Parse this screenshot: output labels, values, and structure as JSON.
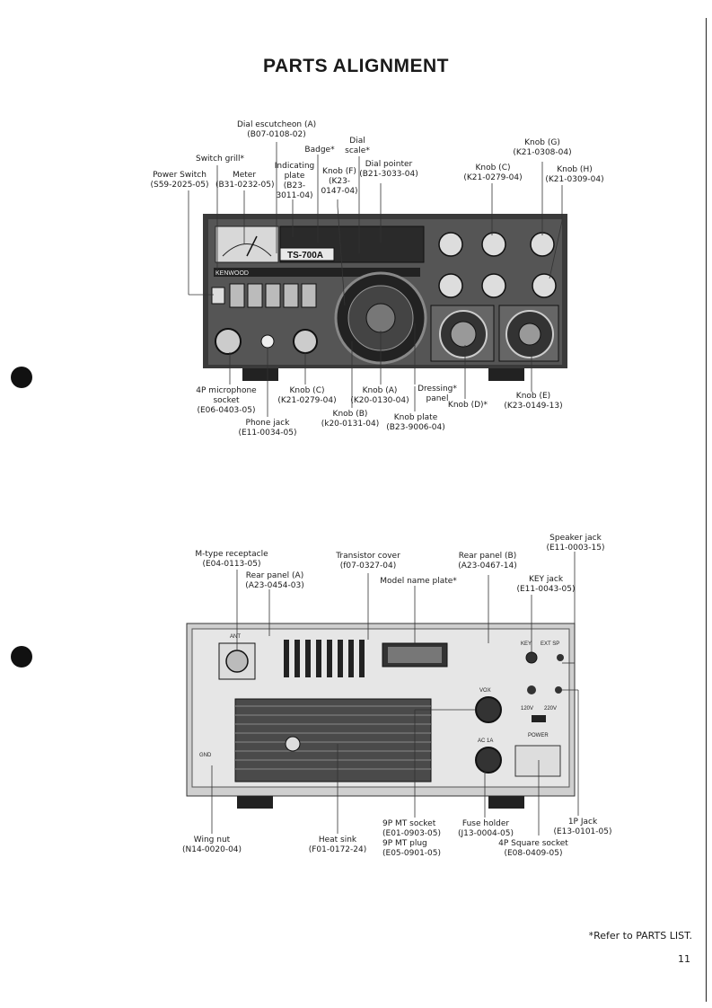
{
  "page": {
    "title": "PARTS ALIGNMENT",
    "footnote": "*Refer to PARTS LIST.",
    "page_number": "11"
  },
  "front_panel": {
    "model_badge": "TS-700A",
    "brand": "KENWOOD",
    "labels": [
      {
        "id": "dial-escutcheon",
        "name": "Dial escutcheon (A)",
        "part": "(B07-0108-02)"
      },
      {
        "id": "badge",
        "name": "Badge*",
        "part": ""
      },
      {
        "id": "dial-scale",
        "name": "Dial",
        "part": "scale*"
      },
      {
        "id": "switch-grill",
        "name": "Switch grill*",
        "part": ""
      },
      {
        "id": "knob-g",
        "name": "Knob (G)",
        "part": "(K21-0308-04)"
      },
      {
        "id": "power-switch",
        "name": "Power Switch",
        "part": "(S59-2025-05)"
      },
      {
        "id": "meter",
        "name": "Meter",
        "part": "(B31-0232-05)"
      },
      {
        "id": "indicating-plate",
        "name": "Indicating plate",
        "part": "(B23-3011-04)"
      },
      {
        "id": "knob-f",
        "name": "Knob (F)",
        "part": "(K23-0147-04)"
      },
      {
        "id": "dial-pointer",
        "name": "Dial pointer",
        "part": "(B21-3033-04)"
      },
      {
        "id": "knob-c-top",
        "name": "Knob (C)",
        "part": "(K21-0279-04)"
      },
      {
        "id": "knob-h",
        "name": "Knob (H)",
        "part": "(K21-0309-04)"
      },
      {
        "id": "mic-socket",
        "name": "4P microphone socket",
        "part": "(E06-0403-05)"
      },
      {
        "id": "knob-c-bottom",
        "name": "Knob (C)",
        "part": "(K21-0279-04)"
      },
      {
        "id": "knob-a",
        "name": "Knob (A)",
        "part": "(K20-0130-04)"
      },
      {
        "id": "dressing-panel",
        "name": "Dressing* panel",
        "part": ""
      },
      {
        "id": "knob-e",
        "name": "Knob (E)",
        "part": "(K23-0149-13)"
      },
      {
        "id": "knob-d",
        "name": "Knob (D)*",
        "part": ""
      },
      {
        "id": "phone-jack",
        "name": "Phone jack",
        "part": "(E11-0034-05)"
      },
      {
        "id": "knob-b",
        "name": "Knob (B)",
        "part": "(k20-0131-04)"
      },
      {
        "id": "knob-plate",
        "name": "Knob plate",
        "part": "(B23-9006-04)"
      }
    ]
  },
  "rear_panel": {
    "panel_text": {
      "ant": "ANT",
      "key": "KEY",
      "ext_sp": "EXT SP",
      "vox": "VOX",
      "ac": "AC 1A",
      "v120": "120V",
      "v220": "220V",
      "power": "POWER",
      "gnd": "GND"
    },
    "labels": [
      {
        "id": "speaker-jack",
        "name": "Speaker jack",
        "part": "(E11-0003-15)"
      },
      {
        "id": "m-receptacle",
        "name": "M-type receptacle",
        "part": "(E04-0113-05)"
      },
      {
        "id": "transistor-cover",
        "name": "Transistor cover",
        "part": "(f07-0327-04)"
      },
      {
        "id": "rear-panel-b",
        "name": "Rear panel (B)",
        "part": "(A23-0467-14)"
      },
      {
        "id": "rear-panel-a",
        "name": "Rear panel (A)",
        "part": "(A23-0454-03)"
      },
      {
        "id": "model-plate",
        "name": "Model name plate*",
        "part": ""
      },
      {
        "id": "key-jack",
        "name": "KEY jack",
        "part": "(E11-0043-05)"
      },
      {
        "id": "wing-nut",
        "name": "Wing nut",
        "part": "(N14-0020-04)"
      },
      {
        "id": "heat-sink",
        "name": "Heat sink",
        "part": "(F01-0172-24)"
      },
      {
        "id": "9p-socket",
        "name": "9P MT socket",
        "part": "(E01-0903-05)"
      },
      {
        "id": "9p-plug",
        "name": "9P MT plug",
        "part": "(E05-0901-05)"
      },
      {
        "id": "fuse-holder",
        "name": "Fuse holder",
        "part": "(J13-0004-05)"
      },
      {
        "id": "4p-square",
        "name": "4P Square socket",
        "part": "(E08-0409-05)"
      },
      {
        "id": "1p-jack",
        "name": "1P Jack",
        "part": "(E13-0101-05)"
      }
    ]
  }
}
